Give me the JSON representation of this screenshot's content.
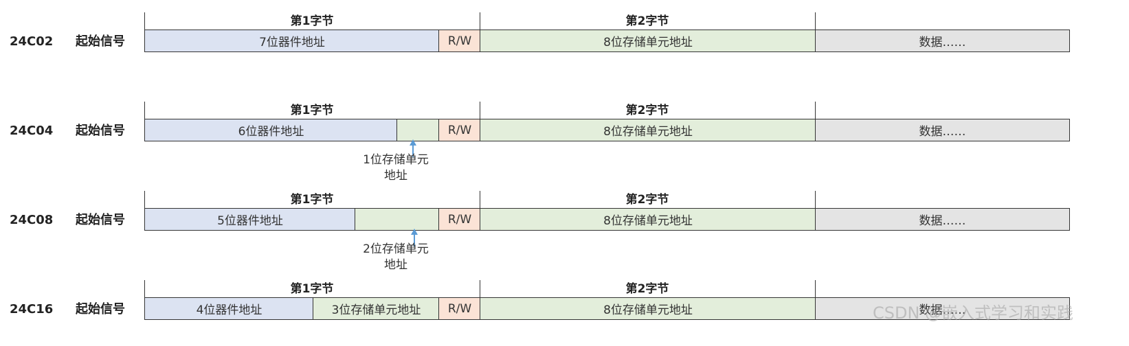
{
  "rows": [
    {
      "chip": "24C02",
      "start": "起始信号",
      "byte1": "第1字节",
      "byte2": "第2字节",
      "device_addr": "7位器件地址",
      "rw": "R/W",
      "mem_addr": "8位存储单元地址",
      "data": "数据……"
    },
    {
      "chip": "24C04",
      "start": "起始信号",
      "byte1": "第1字节",
      "byte2": "第2字节",
      "device_addr": "6位器件地址",
      "rw": "R/W",
      "mem_addr": "8位存储单元地址",
      "data": "数据……",
      "note_line1": "1位存储单元",
      "note_line2": "地址"
    },
    {
      "chip": "24C08",
      "start": "起始信号",
      "byte1": "第1字节",
      "byte2": "第2字节",
      "device_addr": "5位器件地址",
      "rw": "R/W",
      "mem_addr": "8位存储单元地址",
      "data": "数据……",
      "note_line1": "2位存储单元",
      "note_line2": "地址"
    },
    {
      "chip": "24C16",
      "start": "起始信号",
      "byte1": "第1字节",
      "byte2": "第2字节",
      "device_addr": "4位器件地址",
      "page_addr": "3位存储单元地址",
      "rw": "R/W",
      "mem_addr": "8位存储单元地址",
      "data": "数据……"
    }
  ],
  "watermark": "CSDN @嵌入式学习和实践",
  "colors": {
    "device_addr": "#dce3f2",
    "memory_addr": "#e3eedb",
    "rw": "#fbe3d6",
    "data": "#e4e4e4",
    "arrow": "#5b9bd5"
  }
}
